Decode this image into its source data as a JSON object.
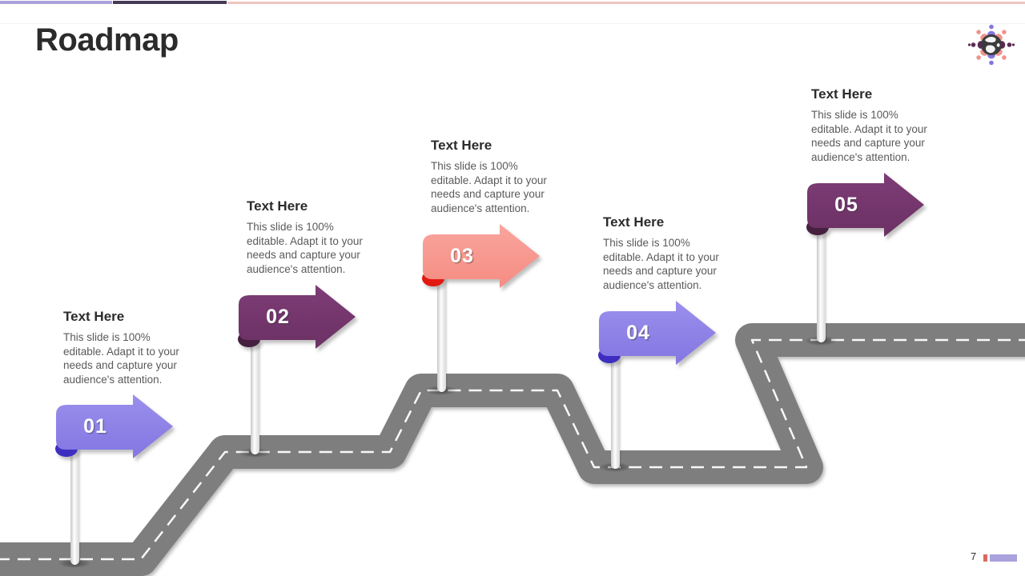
{
  "slide": {
    "title": "Roadmap",
    "page_number": "7"
  },
  "top_bars": {
    "bar1_color": "#A9A1DA",
    "bar2_color": "#453956",
    "bar3_color": "#EFC5C1"
  },
  "road": {
    "asphalt_color": "#7E7E7E",
    "centerline_color": "#FFFFFF"
  },
  "logo": {
    "name": "globe-people-logo",
    "globe_color": "#3B3B3B",
    "person_colors": [
      "#8276E0",
      "#F0938B",
      "#5B2A54",
      "#F0938B",
      "#8276E0",
      "#F0938B",
      "#5B2A54",
      "#F0938B"
    ]
  },
  "themes": {
    "periwinkle": {
      "fill": "#8376E2",
      "fill_light": "#9A8FEC",
      "fold": "#3D2EC1"
    },
    "plum": {
      "fill": "#6B3164",
      "fill_light": "#7E3C76",
      "fold": "#45203F"
    },
    "salmon": {
      "fill": "#F58C82",
      "fill_light": "#F9A59D",
      "fold": "#E2190F"
    }
  },
  "milestones": [
    {
      "number": "01",
      "theme": "periwinkle",
      "heading": "Text Here",
      "body": "This slide is 100%\neditable. Adapt it to your\nneeds and capture your\naudience's attention."
    },
    {
      "number": "02",
      "theme": "plum",
      "heading": "Text Here",
      "body": "This slide is 100%\neditable. Adapt it to your\nneeds and capture your\naudience's attention."
    },
    {
      "number": "03",
      "theme": "salmon",
      "heading": "Text Here",
      "body": "This slide is 100%\neditable. Adapt it to your\nneeds and capture your\naudience's attention."
    },
    {
      "number": "04",
      "theme": "periwinkle",
      "heading": "Text Here",
      "body": "This slide is 100%\neditable. Adapt it to your\nneeds and capture your\naudience's attention."
    },
    {
      "number": "05",
      "theme": "plum",
      "heading": "Text Here",
      "body": "This slide is 100%\neditable. Adapt it to your\nneeds and capture your\naudience's attention."
    }
  ],
  "footer": {
    "bar1_color": "#D96A62",
    "bar2_color": "#A9A2DC"
  }
}
